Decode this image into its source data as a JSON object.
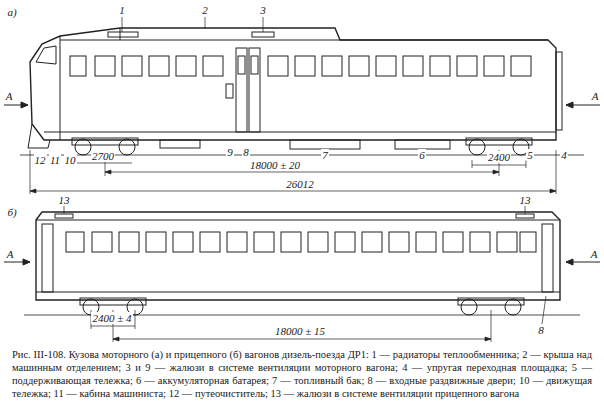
{
  "diagram": {
    "caption": "Рис. III-108. Кузова моторного (а) и прицепного (б) вагонов дизель-поезда ДР1: 1 — радиаторы теплообменника; 2 — крыша над машинным отделением; 3 и 9 — жалюзи в системе вентиляции моторного вагона; 4 — упругая переходная площадка; 5 — поддерживающая тележка; 6 — аккумуляторная батарея; 7 — топливный бак; 8 — входные раздвижные двери; 10 — движущая тележка; 11 — кабина машиниста; 12 — путеочиститель; 13 — жалюзи в системе вентиляции прицепного вагона",
    "labels": [
      "а)",
      "1",
      "2",
      "3",
      "А",
      "А",
      "12",
      "11",
      "10",
      "2700",
      "9",
      "8",
      "18000 ± 20",
      "7",
      "6",
      "2400",
      "5",
      "4",
      "26012",
      "б)",
      "13",
      "13",
      "А",
      "А",
      "2400 ± 4",
      "18000 ± 15",
      "8"
    ]
  }
}
